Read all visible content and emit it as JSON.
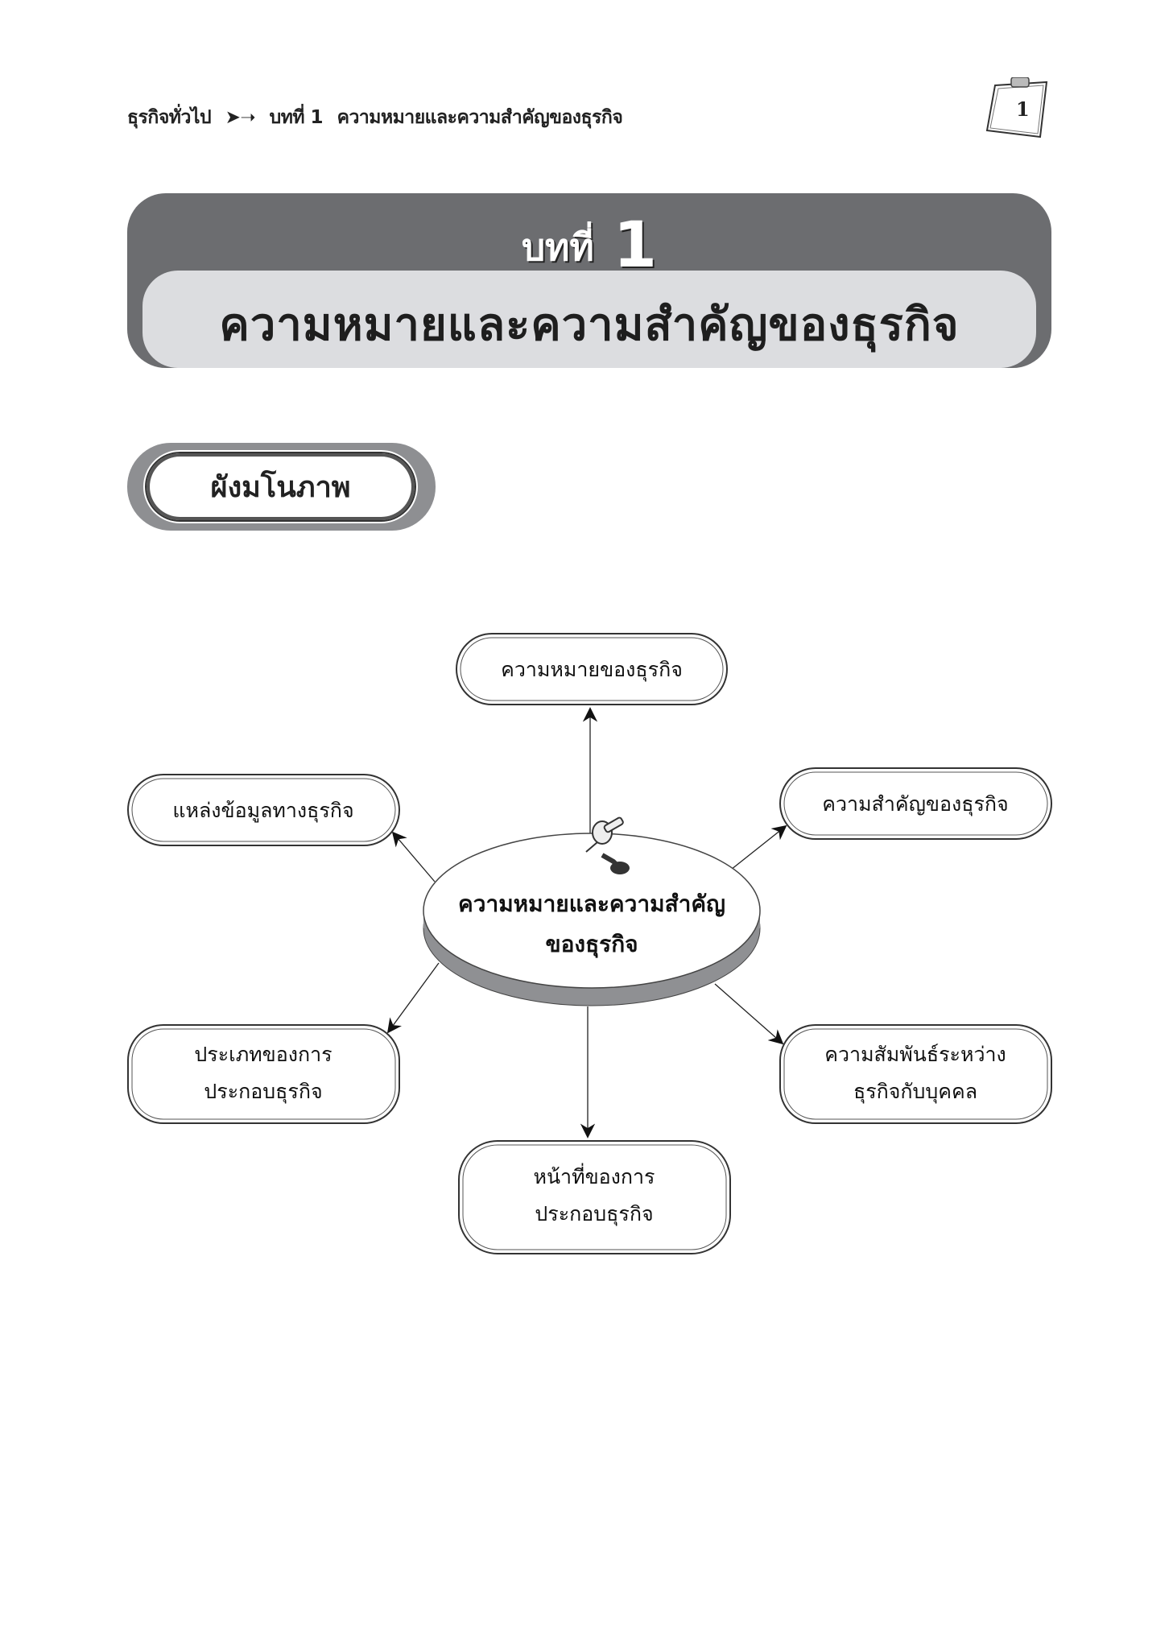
{
  "header": {
    "book": "ธุรกิจทั่วไป",
    "separator": "➤➝",
    "chapter": "บทที่ 1",
    "chapter_title": "ความหมายและความสำคัญของธุรกิจ",
    "page_number": "1"
  },
  "banner": {
    "chapter_word": "บทที่",
    "chapter_number": "1",
    "title": "ความหมายและความสำคัญของธุรกิจ"
  },
  "section": {
    "label": "ผังมโนภาพ"
  },
  "diagram": {
    "center": [
      "ความหมายและความสำคัญ",
      "ของธุรกิจ"
    ],
    "nodes": {
      "top": [
        "ความหมายของธุรกิจ"
      ],
      "upper_left": [
        "แหล่งข้อมูลทางธุรกิจ"
      ],
      "upper_right": [
        "ความสำคัญของธุรกิจ"
      ],
      "lower_left": [
        "ประเภทของการ",
        "ประกอบธุรกิจ"
      ],
      "lower_right": [
        "ความสัมพันธ์ระหว่าง",
        "ธุรกิจกับบุคคล"
      ],
      "bottom": [
        "หน้าที่ของการ",
        "ประกอบธุรกิจ"
      ]
    }
  },
  "colors": {
    "banner_dark": "#6c6d70",
    "banner_light": "#dcdde0",
    "disc_side": "#8f9093"
  }
}
